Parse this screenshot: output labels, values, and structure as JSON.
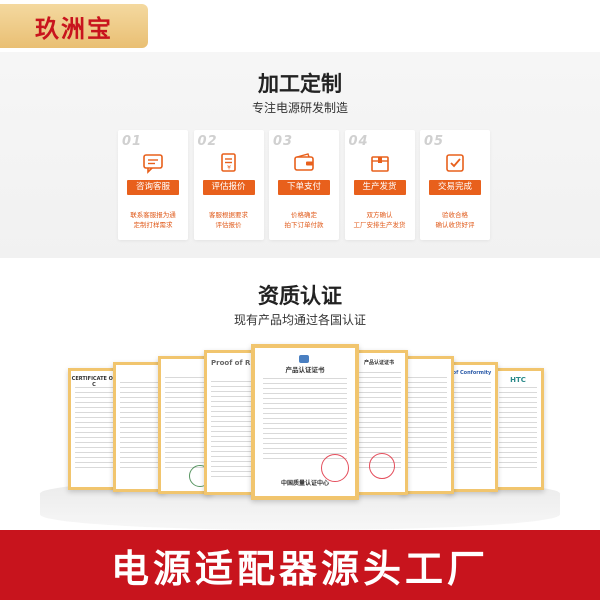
{
  "brand": {
    "name": "玖洲宝"
  },
  "custom_section": {
    "title": "加工定制",
    "subtitle": "专注电源研发制造",
    "steps": [
      {
        "num": "01",
        "label": "咨询客服",
        "desc1": "联系客服报为通",
        "desc2": "定制打样需求",
        "icon": "chat-icon"
      },
      {
        "num": "02",
        "label": "评估报价",
        "desc1": "客服根据要求",
        "desc2": "评估报价",
        "icon": "quote-doc-icon"
      },
      {
        "num": "03",
        "label": "下单支付",
        "desc1": "价格确定",
        "desc2": "拍下订单付款",
        "icon": "wallet-icon"
      },
      {
        "num": "04",
        "label": "生产发货",
        "desc1": "双方确认",
        "desc2": "工厂安排生产发货",
        "icon": "package-icon"
      },
      {
        "num": "05",
        "label": "交易完成",
        "desc1": "验收合格",
        "desc2": "确认收货好评",
        "icon": "check-icon"
      }
    ]
  },
  "cert_section": {
    "title": "资质认证",
    "subtitle": "现有产品均通过各国认证",
    "certs": [
      {
        "header": "CERTIFICATE OF C"
      },
      {
        "header": ""
      },
      {
        "header": ""
      },
      {
        "header": "Proof of RI"
      },
      {
        "header": "产品认证证书",
        "footer": "中国质量认证中心"
      },
      {
        "header": "产品认证证书"
      },
      {
        "header": ""
      },
      {
        "header": "of Conformity"
      },
      {
        "header": "HTC"
      }
    ]
  },
  "footer": {
    "text": "电源适配器源头工厂"
  },
  "colors": {
    "accent": "#e8601c",
    "brand_red": "#c8141d",
    "gold": "#f1c56e"
  }
}
